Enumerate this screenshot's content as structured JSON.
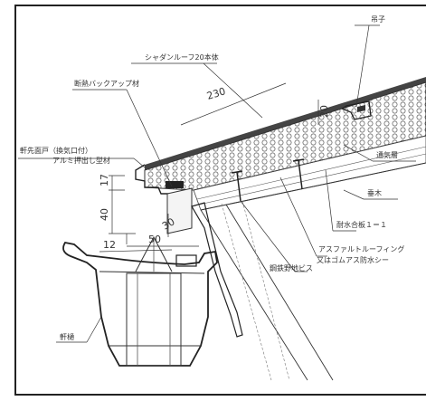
{
  "colors": {
    "line": "#333333",
    "background": "#ffffff"
  },
  "labels": {
    "tsuriko": "吊子",
    "roof_body": "シャダンルーフ20本体",
    "backup": "断熱バックアップ材",
    "eave_cover": "軒先面戸（換気口付）",
    "eave_cover_2": "アルミ押出し型材",
    "vent_layer": "通気層",
    "rafter": "垂木",
    "plywood": "耐水合板１＝１",
    "asphalt": "アスファルトルーフィング",
    "asphalt_2": "又はゴムアス防水シー",
    "screw": "鋼鉄野地ビス",
    "gutter": "軒樋"
  },
  "dimensions": {
    "d230": "230",
    "d20": "20",
    "d17": "17",
    "d40": "40",
    "d30": "30",
    "d12": "12",
    "d50": "50"
  }
}
